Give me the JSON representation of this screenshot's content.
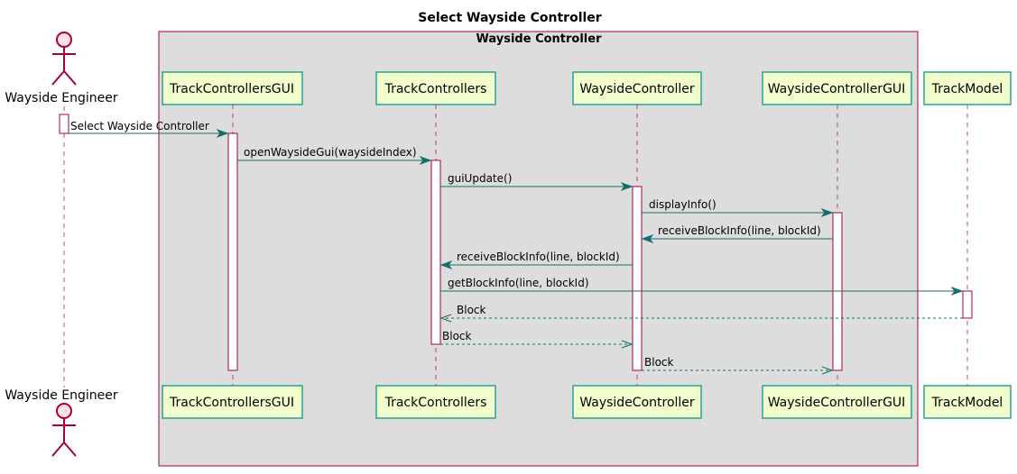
{
  "diagram": {
    "title": "Select Wayside Controller",
    "box_title": "Wayside Controller",
    "actor": {
      "name": "Wayside Engineer"
    },
    "participants": [
      {
        "name": "TrackControllersGUI"
      },
      {
        "name": "TrackControllers"
      },
      {
        "name": "WaysideController"
      },
      {
        "name": "WaysideControllerGUI"
      },
      {
        "name": "TrackModel"
      }
    ],
    "messages": [
      {
        "label": "Select Wayside Controller",
        "type": "call"
      },
      {
        "label": "openWaysideGui(waysideIndex)",
        "type": "call"
      },
      {
        "label": "guiUpdate()",
        "type": "call"
      },
      {
        "label": "displayInfo()",
        "type": "call"
      },
      {
        "label": "receiveBlockInfo(line, blockId)",
        "type": "call"
      },
      {
        "label": "receiveBlockInfo(line, blockId)",
        "type": "call"
      },
      {
        "label": "getBlockInfo(line, blockId)",
        "type": "call"
      },
      {
        "label": "Block",
        "type": "return"
      },
      {
        "label": "Block",
        "type": "return"
      },
      {
        "label": "Block",
        "type": "return"
      }
    ],
    "colors": {
      "box_background": "#DDDDDD",
      "box_border": "#A80036",
      "participant_fill": "#F0FFCC",
      "participant_border": "#1B9E8F",
      "arrow": "#176D6D",
      "lifeline": "#A80036"
    }
  }
}
